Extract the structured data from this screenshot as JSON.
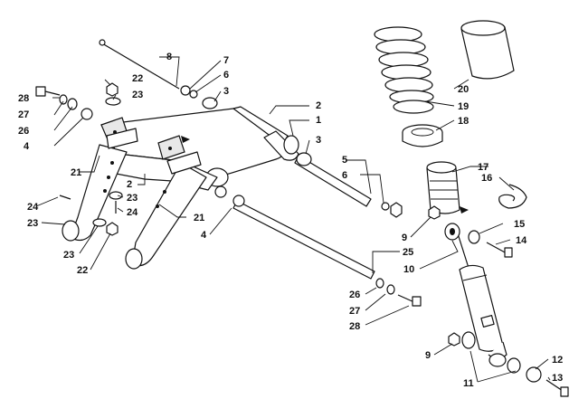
{
  "callouts": {
    "c1": "1",
    "c2a": "2",
    "c2b": "2",
    "c3a": "3",
    "c3b": "3",
    "c4a": "4",
    "c4b": "4",
    "c5": "5",
    "c6a": "6",
    "c6b": "6",
    "c7": "7",
    "c8": "8",
    "c9a": "9",
    "c9b": "9",
    "c10": "10",
    "c11": "11",
    "c12": "12",
    "c13": "13",
    "c14": "14",
    "c15": "15",
    "c16": "16",
    "c17": "17",
    "c18": "18",
    "c19": "19",
    "c20": "20",
    "c21a": "21",
    "c21b": "21",
    "c22a": "22",
    "c22b": "22",
    "c23a": "23",
    "c23b": "23",
    "c23c": "23",
    "c23d": "23",
    "c24a": "24",
    "c24b": "24",
    "c25": "25",
    "c26a": "26",
    "c26b": "26",
    "c27a": "27",
    "c27b": "27",
    "c28a": "28",
    "c28b": "28"
  }
}
